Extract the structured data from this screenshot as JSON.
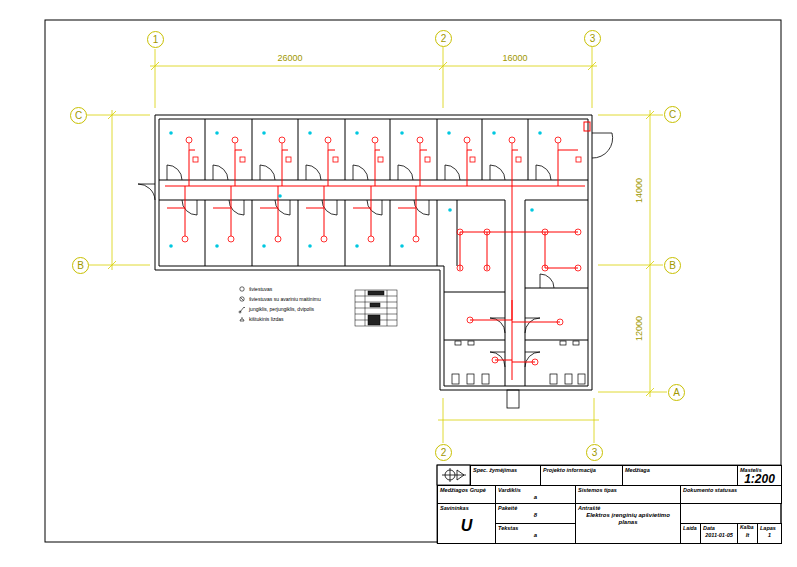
{
  "diagram": {
    "nodes": [
      {
        "text": [
          "1"
        ]
      },
      {
        "text": [
          "2"
        ]
      },
      {
        "text": [
          "3"
        ]
      },
      {
        "text": [
          "C"
        ]
      },
      {
        "text": [
          "B"
        ]
      },
      {
        "text": [
          "C"
        ]
      },
      {
        "text": [
          "B"
        ]
      },
      {
        "text": [
          "A"
        ]
      },
      {
        "text": [
          "2"
        ]
      },
      {
        "text": [
          "3"
        ]
      },
      {
        "text": [
          "Spec. žymėjimas"
        ]
      },
      {
        "text": [
          "Projekto informacija"
        ]
      },
      {
        "text": [
          "Medžiaga"
        ]
      },
      {
        "text": [
          "Mastelis",
          "1:200"
        ]
      },
      {
        "text": [
          "Medžiagos Grupė"
        ]
      },
      {
        "text": [
          "Vardiklis",
          "a"
        ]
      },
      {
        "text": [
          "Sistemos tipas"
        ]
      },
      {
        "text": [
          "Dokumento statusas"
        ]
      },
      {
        "text": [
          "Savininkas",
          "U"
        ]
      },
      {
        "text": [
          "Pakeitė",
          "8"
        ]
      },
      {
        "text": [
          "Tekstas",
          "a"
        ]
      },
      {
        "text": [
          "Antraštė",
          "Elektros įrenginių apšvietimo planas"
        ]
      },
      {
        "text": [
          "Laida"
        ]
      },
      {
        "text": [
          "Data",
          "2011-01-05"
        ]
      },
      {
        "text": [
          "Kalba",
          "lt"
        ]
      },
      {
        "text": [
          "Lapas",
          "1"
        ]
      }
    ],
    "labels": [
      "26000",
      "16000",
      "14000",
      "12000"
    ],
    "legend": [
      {
        "text": "šviestuvas"
      },
      {
        "text": "šviestuvas su avariniu maitinimu"
      },
      {
        "text": "jungiklis, perjungiklis, dvipolis"
      },
      {
        "text": "kištukinis lizdas"
      }
    ]
  }
}
